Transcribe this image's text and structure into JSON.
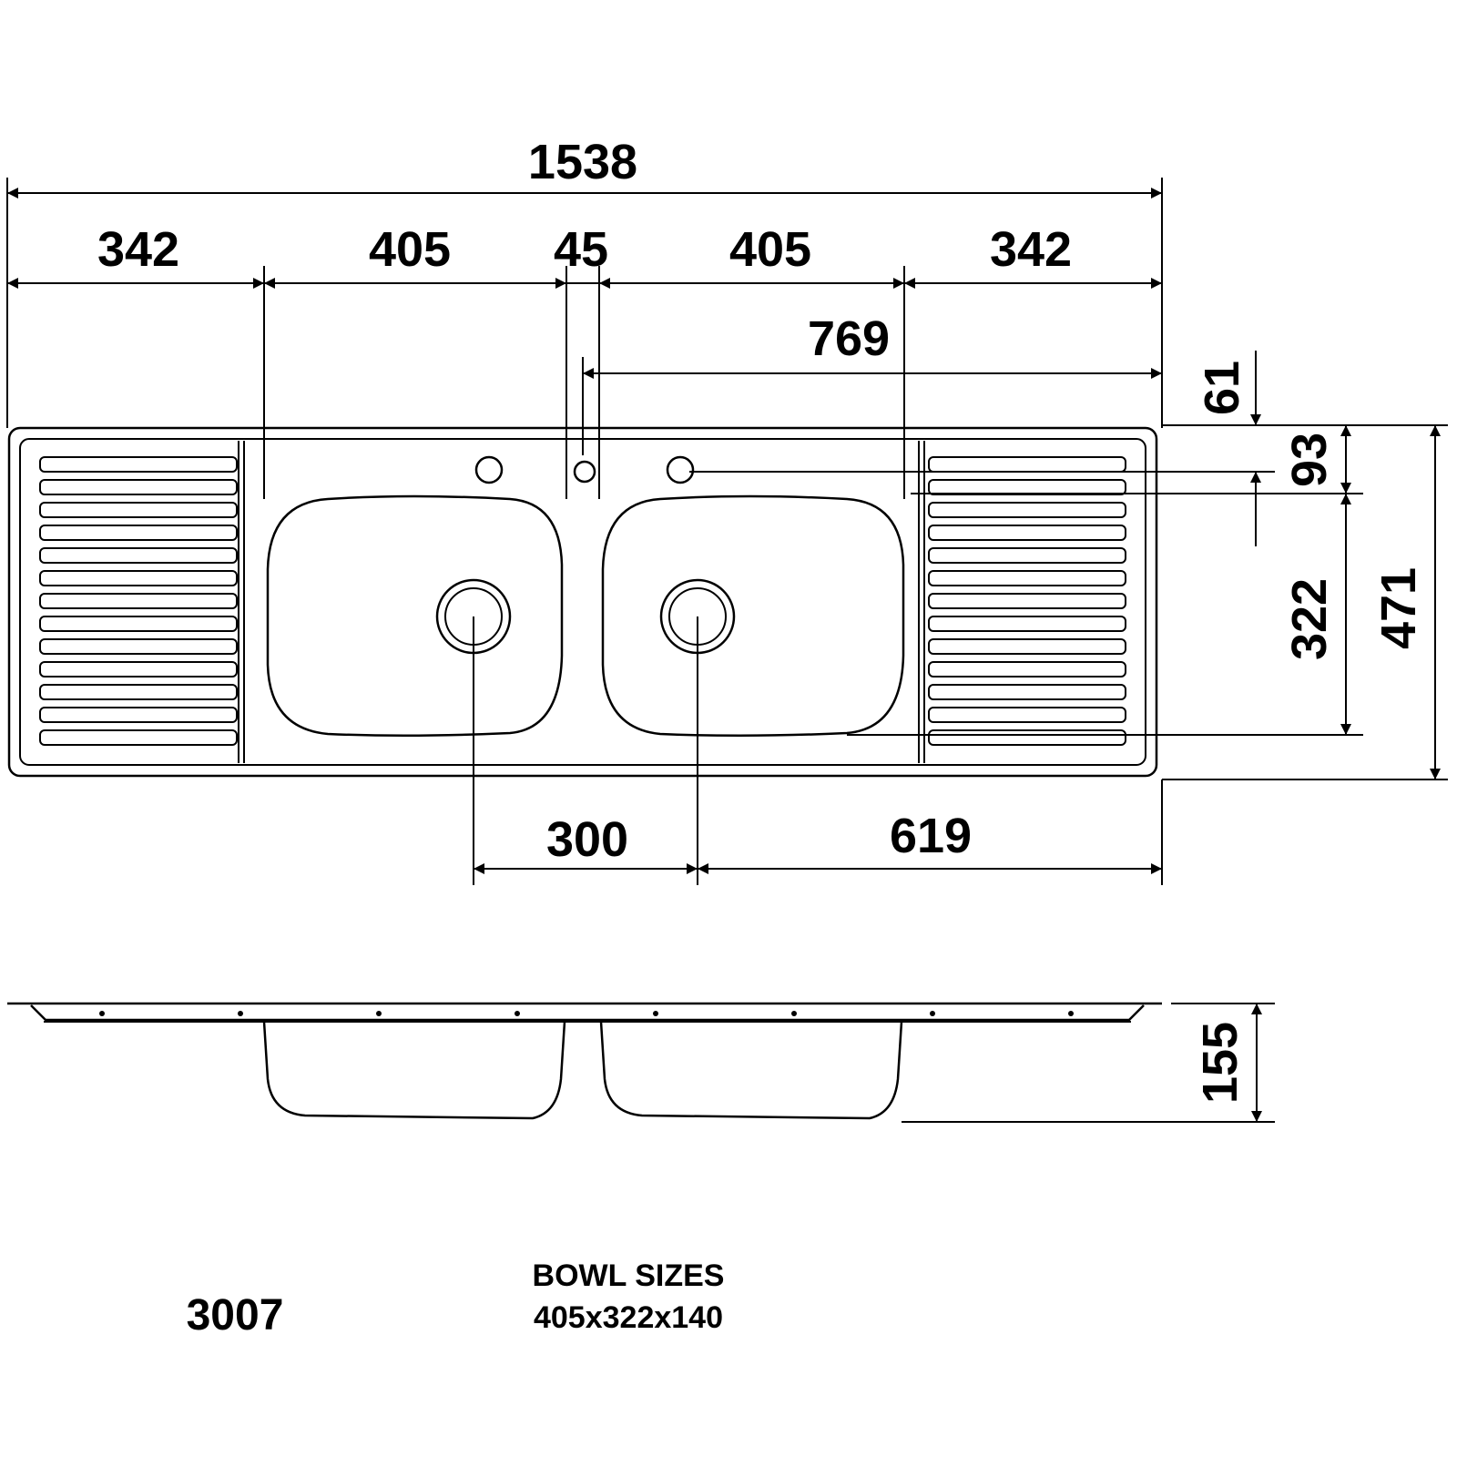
{
  "dimensions": {
    "overall_length": "1538",
    "drainer_left": "342",
    "bowl_left": "405",
    "bowl_gap": "45",
    "bowl_right": "405",
    "drainer_right": "342",
    "tap_to_edge": "769",
    "tap_from_back": "61",
    "tap_to_bowl": "93",
    "bowl_depth_plan": "322",
    "overall_width": "471",
    "waste_spacing": "300",
    "waste_to_edge": "619",
    "height": "155"
  },
  "model_number": "3007",
  "bowl_sizes": {
    "title": "BOWL SIZES",
    "value": "405x322x140"
  }
}
